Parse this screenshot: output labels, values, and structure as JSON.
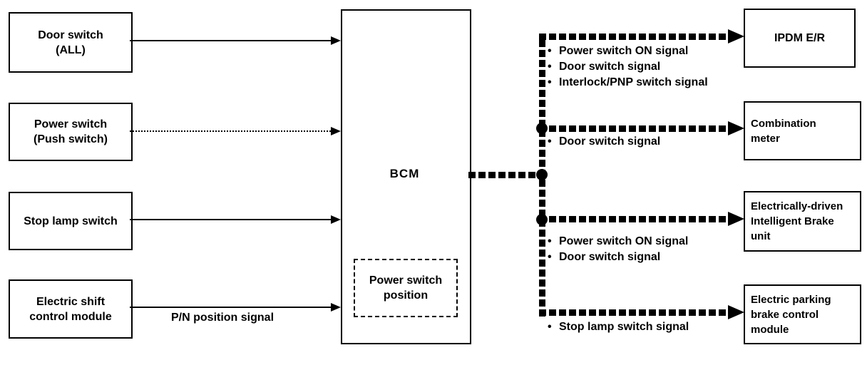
{
  "colors": {
    "ink": "#000000",
    "paper": "#ffffff"
  },
  "bullet": "•",
  "left_boxes": [
    {
      "lines": [
        "Door switch",
        "(ALL)"
      ]
    },
    {
      "lines": [
        "Power switch",
        "(Push switch)"
      ]
    },
    {
      "lines": [
        "Stop lamp switch"
      ]
    },
    {
      "lines": [
        "Electric shift",
        "control module"
      ]
    }
  ],
  "bcm": {
    "label": "BCM",
    "inner_box_lines": [
      "Power switch",
      "position"
    ]
  },
  "input_labels": {
    "pn_position": "P/N position signal"
  },
  "right_boxes": [
    {
      "lines": [
        "IPDM E/R"
      ]
    },
    {
      "lines": [
        "Combination",
        "meter"
      ]
    },
    {
      "lines": [
        "Electrically-driven",
        "Intelligent Brake",
        "unit"
      ]
    },
    {
      "lines": [
        "Electric parking",
        "brake control",
        "module"
      ]
    }
  ],
  "branch_signals": [
    [
      "Power switch ON signal",
      "Door switch signal",
      "Interlock/PNP switch signal"
    ],
    [
      "Door switch signal"
    ],
    [
      "Power switch ON signal",
      "Door switch signal"
    ],
    [
      "Stop lamp switch signal"
    ]
  ]
}
